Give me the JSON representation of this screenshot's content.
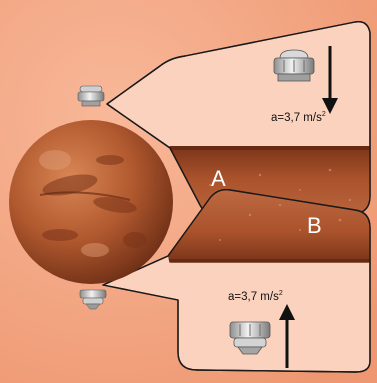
{
  "panel_a": {
    "letter": "A",
    "acceleration_label": "a=3,7 m/s",
    "acceleration_exponent": "2",
    "arrow_direction": "down"
  },
  "panel_b": {
    "letter": "B",
    "acceleration_label": "a=3,7 m/s",
    "acceleration_exponent": "2",
    "arrow_direction": "up"
  },
  "colors": {
    "background": "#f2a17a",
    "callout_fill": "#fbd2bd",
    "mars_surface": "#b85c36",
    "mars_planet": "#c1693d"
  }
}
